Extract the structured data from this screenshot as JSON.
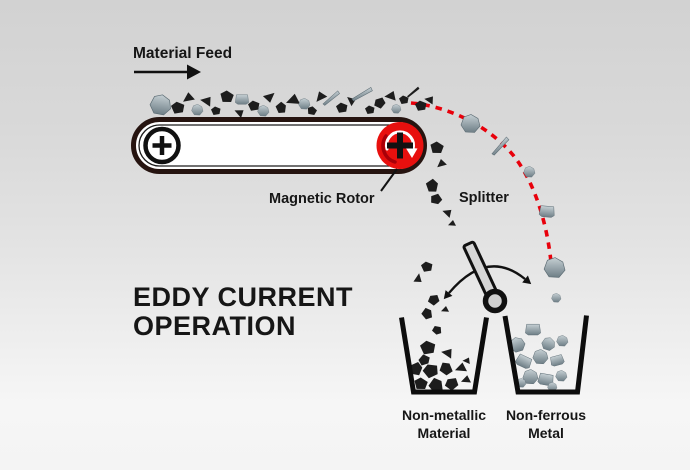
{
  "title": {
    "line1": "EDDY CURRENT",
    "line2": "OPERATION"
  },
  "labels": {
    "material_feed": "Material Feed",
    "magnetic_rotor": "Magnetic Rotor",
    "splitter": "Splitter",
    "bin_left_line1": "Non-metallic",
    "bin_left_line2": "Material",
    "bin_right_line1": "Non-ferrous",
    "bin_right_line2": "Metal"
  },
  "icons": {
    "feed_arrow": "arrow-right",
    "rotor_rotation": "arrow-clockwise",
    "splitter_swing": "arrow-curved-double",
    "roller_polarity": "plus"
  },
  "colors": {
    "background_top": "#d2d2d2",
    "background_bottom": "#f6f6f6",
    "outline": "#111111",
    "belt_outline": "#261410",
    "rotor_red": "#e8100e",
    "rotor_red_dark": "#a80008",
    "trajectory_red": "#e8000b",
    "particle_dark": "#1d1d1d",
    "particle_gray_light": "#c6d0d4",
    "particle_gray_dark": "#6e7e86",
    "splitter_fill": "#d6d6d6",
    "text_color": "#161616"
  },
  "particles": {
    "shapes": [
      "-1,0.55 1,0.7 0.25,-0.75",
      "-1,-0.3 -0.2,-0.9 0.9,-0.45 0.7,0.6 -0.5,0.8",
      "-0.9,0.1 -0.6,-0.7 0.1,-0.95 0.8,-0.55 1,0.2 0.45,0.85 -0.45,0.8",
      "-1.2,0.35 1.1,-0.55 1.2,-0.15 -1.05,0.6",
      "-0.8,-0.6 0.8,-0.6 0.95,0.5 0.6,0.75 -0.6,0.75 -0.95,0.5"
    ],
    "groups": [
      {
        "name": "belt-material",
        "items": [
          [
            160,
            105,
            11,
            8,
            2,
            "g"
          ],
          [
            178,
            108,
            7,
            0,
            1,
            "d"
          ],
          [
            188,
            97,
            6,
            -15,
            0,
            "d"
          ],
          [
            197,
            110,
            6,
            0,
            2,
            "g"
          ],
          [
            207,
            100,
            6,
            30,
            0,
            "d"
          ],
          [
            216,
            111,
            5,
            0,
            1,
            "d"
          ],
          [
            227,
            97,
            7,
            10,
            1,
            "d"
          ],
          [
            242,
            99,
            7,
            0,
            4,
            "g"
          ],
          [
            240,
            112,
            5,
            45,
            0,
            "d"
          ],
          [
            254,
            106,
            6,
            0,
            1,
            "d"
          ],
          [
            263,
            111,
            6,
            0,
            2,
            "g"
          ],
          [
            270,
            98,
            6,
            160,
            0,
            "d"
          ],
          [
            281,
            108,
            6,
            75,
            1,
            "d"
          ],
          [
            293,
            99,
            7,
            0,
            0,
            "d"
          ],
          [
            304,
            104,
            6,
            0,
            2,
            "g"
          ],
          [
            312,
            111,
            5,
            20,
            1,
            "d"
          ],
          [
            320,
            96,
            6,
            -30,
            0,
            "d"
          ],
          [
            331,
            98,
            8,
            -20,
            3,
            "g"
          ],
          [
            342,
            108,
            6,
            0,
            1,
            "d"
          ],
          [
            352,
            100,
            5,
            60,
            0,
            "d"
          ],
          [
            362,
            94,
            9,
            -10,
            3,
            "g"
          ],
          [
            370,
            110,
            5,
            0,
            1,
            "d"
          ],
          [
            380,
            103,
            6,
            -40,
            1,
            "d"
          ],
          [
            391,
            95,
            6,
            15,
            0,
            "d"
          ],
          [
            396,
            109,
            5,
            0,
            2,
            "g"
          ],
          [
            404,
            100,
            5,
            0,
            1,
            "d"
          ],
          [
            413,
            92,
            6,
            -20,
            3,
            "d"
          ],
          [
            421,
            106,
            6,
            0,
            1,
            "d"
          ],
          [
            430,
            99,
            5,
            30,
            0,
            "d"
          ]
        ]
      },
      {
        "name": "falling-nonmetallic",
        "items": [
          [
            437,
            148,
            7,
            10,
            1,
            "d"
          ],
          [
            441,
            163,
            5,
            -20,
            0,
            "d"
          ],
          [
            432,
            186,
            7,
            80,
            1,
            "d"
          ],
          [
            436,
            199,
            6,
            170,
            1,
            "d"
          ],
          [
            448,
            212,
            5,
            40,
            0,
            "d"
          ],
          [
            452,
            223,
            4,
            0,
            0,
            "d"
          ]
        ]
      },
      {
        "name": "splitter-left-falling",
        "items": [
          [
            427,
            267,
            6,
            0,
            1,
            "d"
          ],
          [
            419,
            279,
            5,
            120,
            0,
            "d"
          ],
          [
            434,
            300,
            6,
            -30,
            1,
            "d"
          ],
          [
            427,
            314,
            6,
            60,
            1,
            "d"
          ],
          [
            445,
            309,
            4,
            0,
            0,
            "d"
          ],
          [
            437,
            330,
            5,
            200,
            1,
            "d"
          ]
        ]
      },
      {
        "name": "ejected-nonferrous",
        "items": [
          [
            470,
            124,
            10,
            0,
            2,
            "g"
          ],
          [
            500,
            146,
            9,
            -28,
            3,
            "g"
          ],
          [
            529,
            172,
            6,
            0,
            2,
            "g"
          ],
          [
            547,
            211,
            8,
            5,
            4,
            "g"
          ],
          [
            554,
            268,
            11,
            0,
            2,
            "g"
          ],
          [
            556,
            298,
            5,
            0,
            2,
            "g"
          ]
        ]
      },
      {
        "name": "bin-left-contents",
        "items": [
          [
            428,
            348,
            8,
            0,
            1,
            "d"
          ],
          [
            448,
            352,
            6,
            30,
            0,
            "d"
          ],
          [
            416,
            369,
            7,
            90,
            1,
            "d"
          ],
          [
            431,
            371,
            8,
            -15,
            1,
            "d"
          ],
          [
            446,
            369,
            7,
            45,
            1,
            "d"
          ],
          [
            461,
            367,
            6,
            0,
            0,
            "d"
          ],
          [
            421,
            384,
            7,
            10,
            1,
            "d"
          ],
          [
            436,
            386,
            8,
            60,
            1,
            "d"
          ],
          [
            452,
            384,
            7,
            -30,
            1,
            "d"
          ],
          [
            466,
            379,
            5,
            0,
            0,
            "d"
          ],
          [
            467,
            360,
            4,
            20,
            0,
            "d"
          ],
          [
            424,
            360,
            6,
            140,
            1,
            "d"
          ]
        ]
      },
      {
        "name": "bin-right-contents",
        "items": [
          [
            533,
            329,
            8,
            0,
            4,
            "g"
          ],
          [
            517,
            345,
            8,
            -20,
            2,
            "g"
          ],
          [
            548,
            344,
            7,
            15,
            2,
            "g"
          ],
          [
            562,
            341,
            6,
            0,
            2,
            "g"
          ],
          [
            524,
            361,
            8,
            25,
            4,
            "g"
          ],
          [
            540,
            357,
            8,
            0,
            2,
            "g"
          ],
          [
            557,
            360,
            7,
            -15,
            4,
            "g"
          ],
          [
            530,
            377,
            8,
            0,
            2,
            "g"
          ],
          [
            546,
            379,
            8,
            10,
            4,
            "g"
          ],
          [
            561,
            376,
            6,
            0,
            2,
            "g"
          ],
          [
            521,
            383,
            5,
            0,
            2,
            "g"
          ],
          [
            552,
            387,
            5,
            0,
            2,
            "g"
          ]
        ]
      }
    ]
  }
}
